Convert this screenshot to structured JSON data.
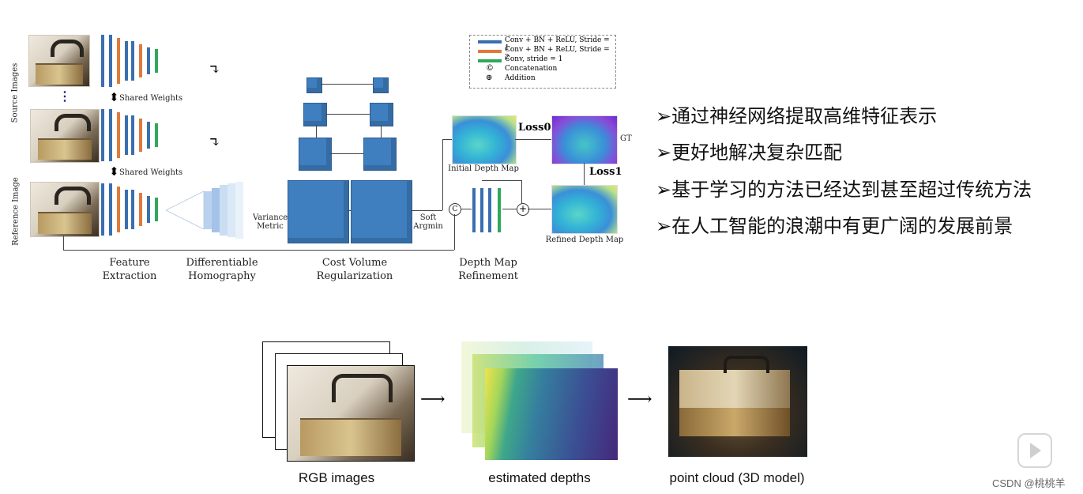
{
  "diagram": {
    "side_labels": {
      "source": "Source Images",
      "reference": "Reference Image"
    },
    "shared_weights": "Shared Weights",
    "stage_labels": [
      {
        "line1": "Feature",
        "line2": "Extraction"
      },
      {
        "line1": "Differentiable",
        "line2": "Homography"
      },
      {
        "line1": "Cost Volume",
        "line2": "Regularization"
      },
      {
        "line1": "Depth Map",
        "line2": "Refinement"
      }
    ],
    "variance": {
      "line1": "Variance",
      "line2": "Metric"
    },
    "soft_argmin": {
      "line1": "Soft",
      "line2": "Argmin"
    },
    "initial_depth": "Initial Depth Map",
    "refined_depth": "Refined Depth Map",
    "loss0": "Loss0",
    "loss1": "Loss1",
    "gt": "GT",
    "concat_symbol": "C",
    "add_symbol": "+",
    "ellipsis": "⋮",
    "legend": [
      {
        "text": "Conv + BN + ReLU, Stride = 1",
        "color": "#3a6fb0"
      },
      {
        "text": "Conv + BN + ReLU, Stride = 2",
        "color": "#e07a3a"
      },
      {
        "text": "Conv, stride = 1",
        "color": "#2fa85a"
      },
      {
        "symbol": "©",
        "text": "Concatenation"
      },
      {
        "symbol": "⊕",
        "text": "Addition"
      }
    ]
  },
  "bullets": [
    "➢通过神经网络提取高维特征表示",
    "➢更好地解决复杂匹配",
    "➢基于学习的方法已经达到甚至超过传统方法",
    "➢在人工智能的浪潮中有更广阔的发展前景"
  ],
  "pipeline": {
    "labels": [
      "RGB images",
      "estimated depths",
      "point cloud (3D model)"
    ]
  },
  "watermark": "CSDN @桃桃羊"
}
